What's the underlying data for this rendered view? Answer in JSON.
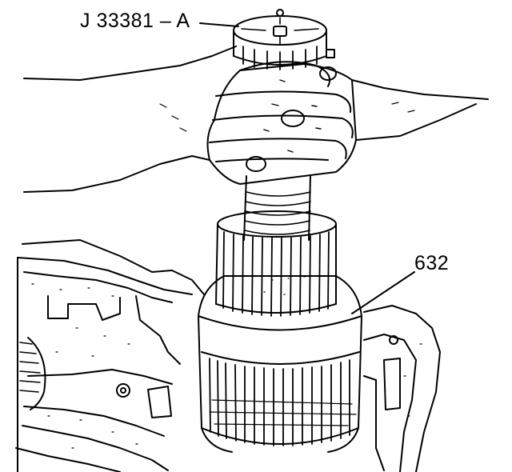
{
  "callouts": {
    "tool": "J 33381 – A",
    "part": "632"
  },
  "figure": {
    "subject": "illustration",
    "line_color": "#000000",
    "background_color": "#ffffff"
  }
}
